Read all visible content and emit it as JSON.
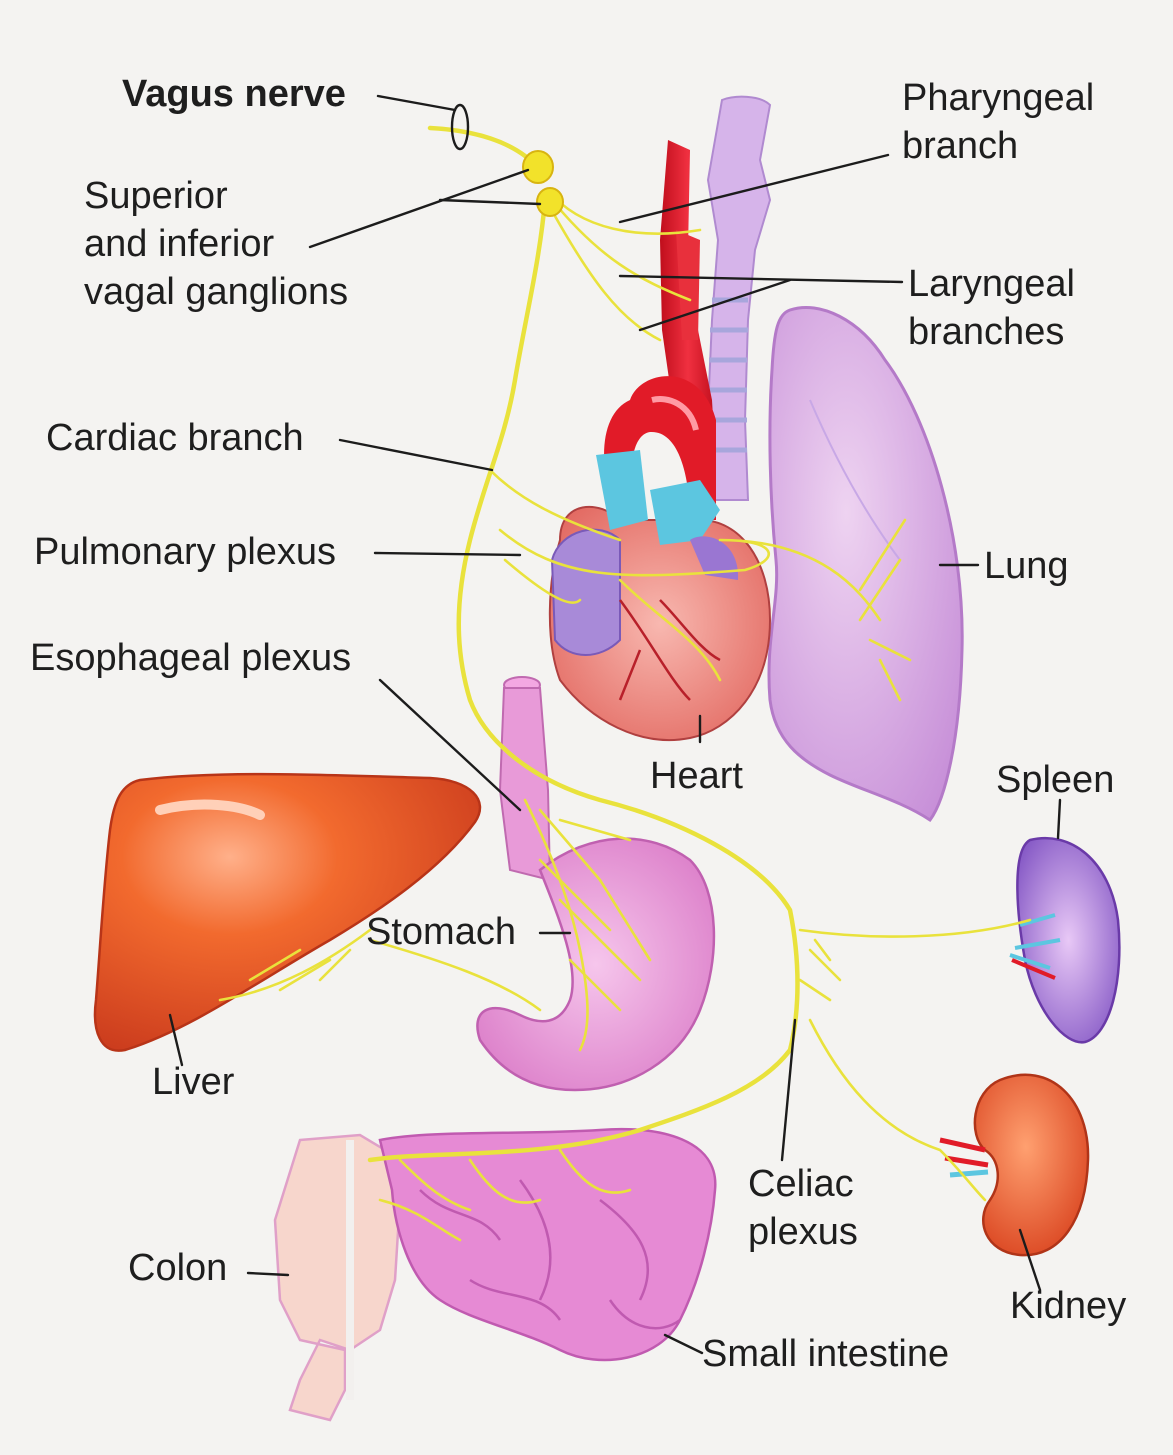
{
  "labels": {
    "vagus_nerve": "Vagus nerve",
    "ganglions": "Superior\nand inferior\nvagal ganglions",
    "pharyngeal": "Pharyngeal\nbranch",
    "laryngeal": "Laryngeal\nbranches",
    "cardiac": "Cardiac branch",
    "pulmonary": "Pulmonary plexus",
    "lung": "Lung",
    "esophageal": "Esophageal plexus",
    "heart": "Heart",
    "spleen": "Spleen",
    "stomach": "Stomach",
    "liver": "Liver",
    "celiac": "Celiac\nplexus",
    "colon": "Colon",
    "kidney": "Kidney",
    "small_intestine": "Small intestine"
  },
  "colors": {
    "nerve": "#e9e23c",
    "liver": "#ee5a22",
    "lung": "#d9a6e3",
    "heart": "#e8605a",
    "aorta": "#e11b28",
    "vessel_blue": "#5cc6e0",
    "trachea": "#c4c3ea",
    "stomach": "#e58cd2",
    "intestine": "#e079cc",
    "colon": "#f6d2c4",
    "spleen": "#8a58c8",
    "kidney": "#ee5a22",
    "background": "#f4f3f1"
  }
}
